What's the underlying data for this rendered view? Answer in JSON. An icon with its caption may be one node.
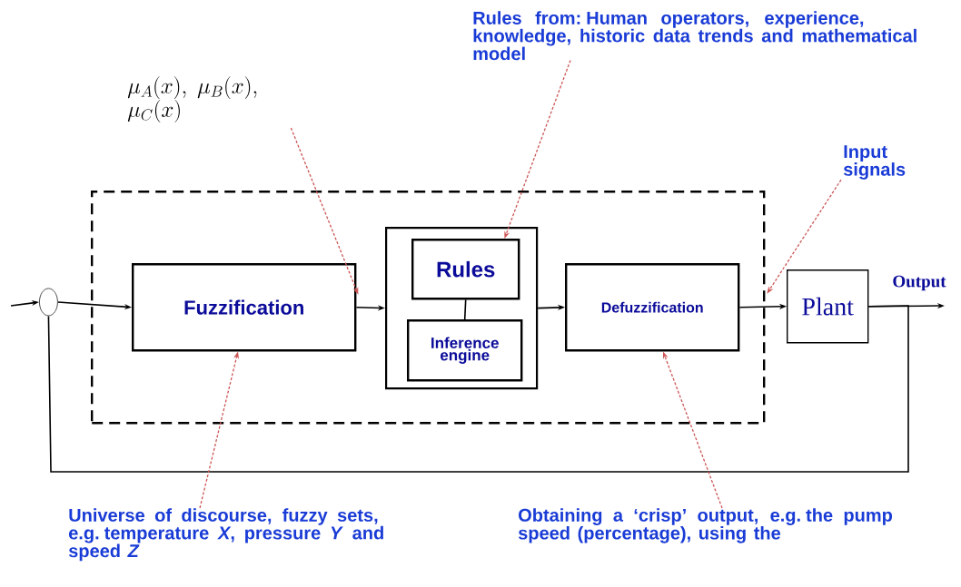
{
  "diagram": {
    "nodes": [
      {
        "text": [],
        "shape": "box"
      },
      {
        "text": [],
        "shape": "circle"
      },
      {
        "text": [
          "Fuzzification"
        ],
        "in": 0
      },
      {
        "text": [],
        "shape": "box",
        "in": 0
      },
      {
        "text": [
          "Rules"
        ],
        "in": 3
      },
      {
        "text": [
          "Inference engine"
        ],
        "in": 3
      },
      {
        "text": [
          "Defuzzification"
        ],
        "in": 0
      },
      {
        "text": [
          "Plant"
        ]
      },
      {
        "text": [
          "\\mu_A(x),\\ \\ \\mu_B(x),\\allowbreak\\ \\mu_C(x)"
        ]
      },
      {
        "text": [
          "Rules from: Human operators, experience, knowledge, historic data trends and mathematical model"
        ]
      },
      {
        "text": [
          "Input signals"
        ]
      },
      {
        "text": [
          "Universe of discourse, fuzzy sets, e.g. temperature *X*, pressure *Y* and speed *Z*"
        ]
      },
      {
        "text": [
          "Obtaining a ‘crisp’ output, e.g. the pump speed (percentage), using the"
        ]
      }
    ],
    "edges": [
      {
        "from": null,
        "to": 1,
        "arrow": "to"
      },
      {
        "from": 1,
        "to": 2,
        "arrow": "to"
      },
      {
        "from": 2,
        "to": 3,
        "arrow": "to"
      },
      {
        "from": 4,
        "to": 5,
        "arrow": "none"
      },
      {
        "from": 3,
        "to": 6,
        "arrow": "to"
      },
      {
        "from": 6,
        "to": 7,
        "arrow": "to"
      },
      {
        "from": 7,
        "to": null,
        "arrow": "to",
        "label": "Output"
      },
      {
        "from": 7,
        "to": 1,
        "arrow": "none"
      },
      {
        "from": 8,
        "to": 2,
        "arrow": "to",
        "style": "dashed",
        "color": "#cc5555"
      },
      {
        "from": 9,
        "to": 4,
        "arrow": "to",
        "style": "dashed",
        "color": "#cc5555"
      },
      {
        "from": 10,
        "to": 0,
        "arrow": "to",
        "style": "dashed",
        "color": "#cc5555"
      },
      {
        "from": 11,
        "to": 2,
        "arrow": "to",
        "style": "dashed",
        "color": "#cc5555"
      },
      {
        "from": 12,
        "to": 6,
        "arrow": "to",
        "style": "dashed",
        "color": "#cc5555"
      }
    ]
  }
}
